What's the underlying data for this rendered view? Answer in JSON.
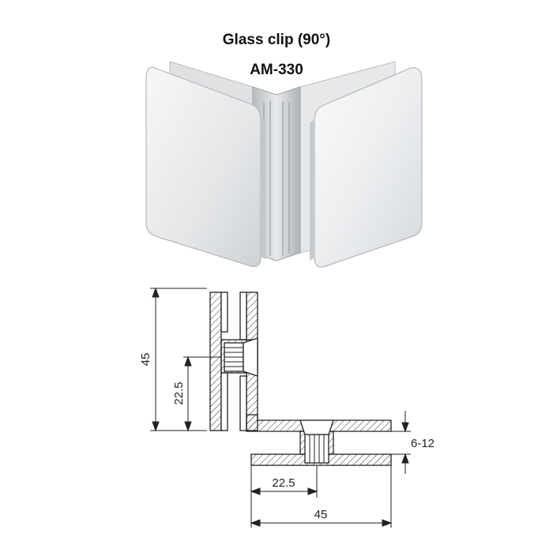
{
  "title": "Glass clip (90°)",
  "model": "AM-330",
  "dimensions": {
    "height_total": "45",
    "height_half": "22.5",
    "width_half": "22.5",
    "width_total": "45",
    "glass_thickness": "6-12"
  },
  "colors": {
    "metal_light": "#f2f3f5",
    "metal_mid": "#d9dbde",
    "metal_dark": "#a9acb0",
    "line": "#222222"
  }
}
